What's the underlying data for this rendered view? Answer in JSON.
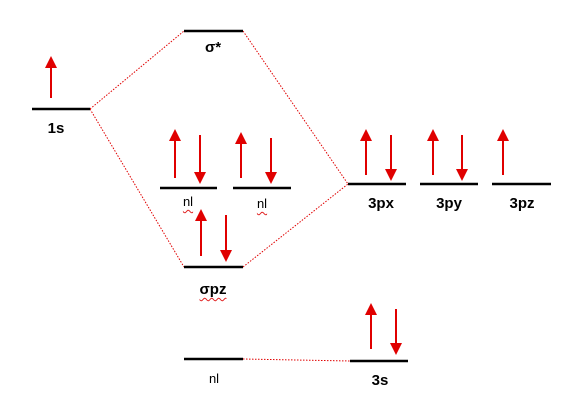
{
  "colors": {
    "level": "#000000",
    "arrow": "#e00000",
    "connector": "#e00000"
  },
  "labels": {
    "sigma_star": "σ*",
    "h1s": "1s",
    "nl_1": "nl",
    "nl_2": "nl",
    "sigma_pz": "σpz",
    "p3x": "3px",
    "p3y": "3py",
    "p3z": "3pz",
    "nl_3s": "nl",
    "s3": "3s"
  }
}
